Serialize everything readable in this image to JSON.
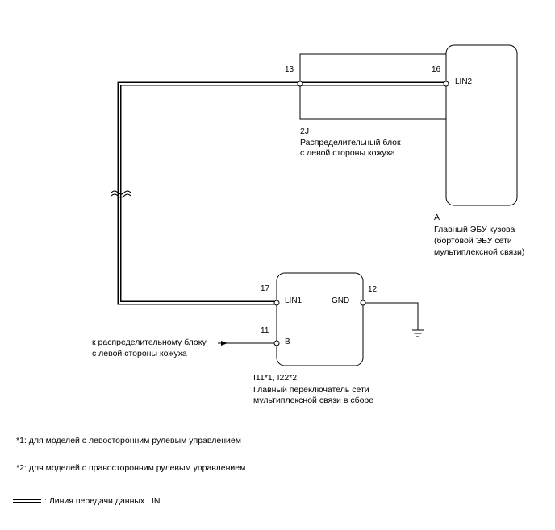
{
  "components": {
    "junction_block": {
      "connector": "2J",
      "name_line1": "Распределительный блок",
      "name_line2": "с левой стороны кожуха",
      "pin": "13"
    },
    "body_ecu": {
      "connector": "A",
      "name_line1": "Главный ЭБУ кузова",
      "name_line2": "(бортовой ЭБУ сети",
      "name_line3": "мультиплексной связи)",
      "pin_number": "16",
      "pin_label": "LIN2"
    },
    "switch": {
      "connector": "I11*1, I22*2",
      "name_line1": "Главный переключатель сети",
      "name_line2": "мультиплексной связи в сборе",
      "pin_lin1_number": "17",
      "pin_lin1_label": "LIN1",
      "pin_b_number": "11",
      "pin_b_label": "B",
      "pin_gnd_number": "12",
      "pin_gnd_label": "GND"
    },
    "external_ref": {
      "line1": "к распределительному блоку",
      "line2": "с левой стороны кожуха"
    }
  },
  "notes": {
    "note1": "*1: для моделей с левосторонним рулевым управлением",
    "note2": "*2: для моделей с правосторонним рулевым управлением"
  },
  "legend": {
    "lin_line": ": Линия передачи данных LIN"
  }
}
